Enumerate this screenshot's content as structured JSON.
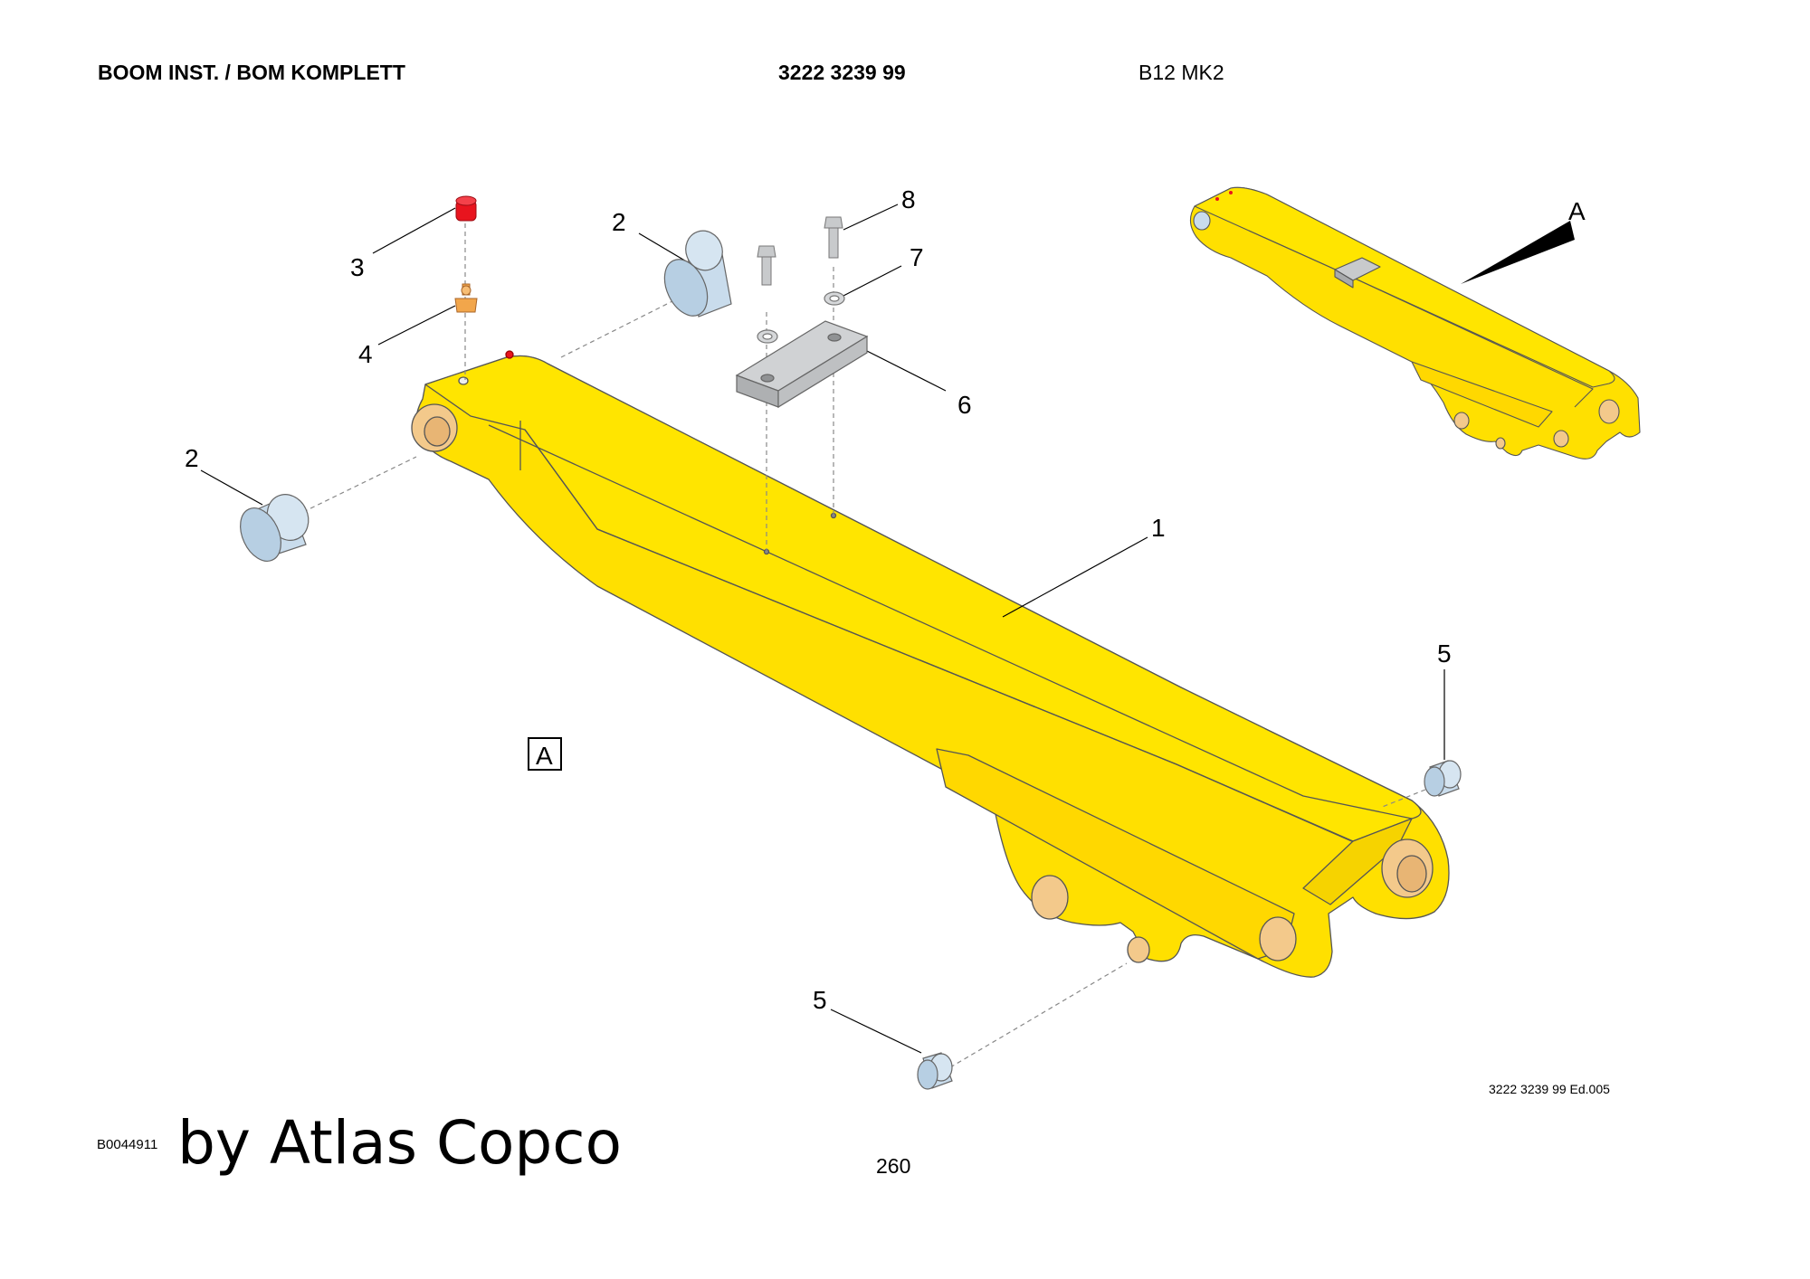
{
  "header": {
    "title": "BOOM INST. / BOM KOMPLETT",
    "part_number": "3222 3239 99",
    "model": "B12 MK2"
  },
  "callouts": {
    "boom": "1",
    "bushing": "2",
    "plug": "3",
    "grease_nipple": "4",
    "small_bushing": "5",
    "plate": "6",
    "washer": "7",
    "bolt": "8",
    "view_letter": "A",
    "view_box": "A"
  },
  "colors": {
    "boom_yellow": "#FFE000",
    "bushing_blue": "#C9DCEC",
    "hole_tan": "#F3C98B",
    "plug_red": "#E8141E",
    "nipple_orange": "#F2A64B",
    "steel_grey": "#C8CACC"
  },
  "footer": {
    "edition": "3222 3239 99 Ed.005",
    "drawing_number": "B0044911",
    "credit": "by Atlas Copco",
    "page": "260"
  }
}
